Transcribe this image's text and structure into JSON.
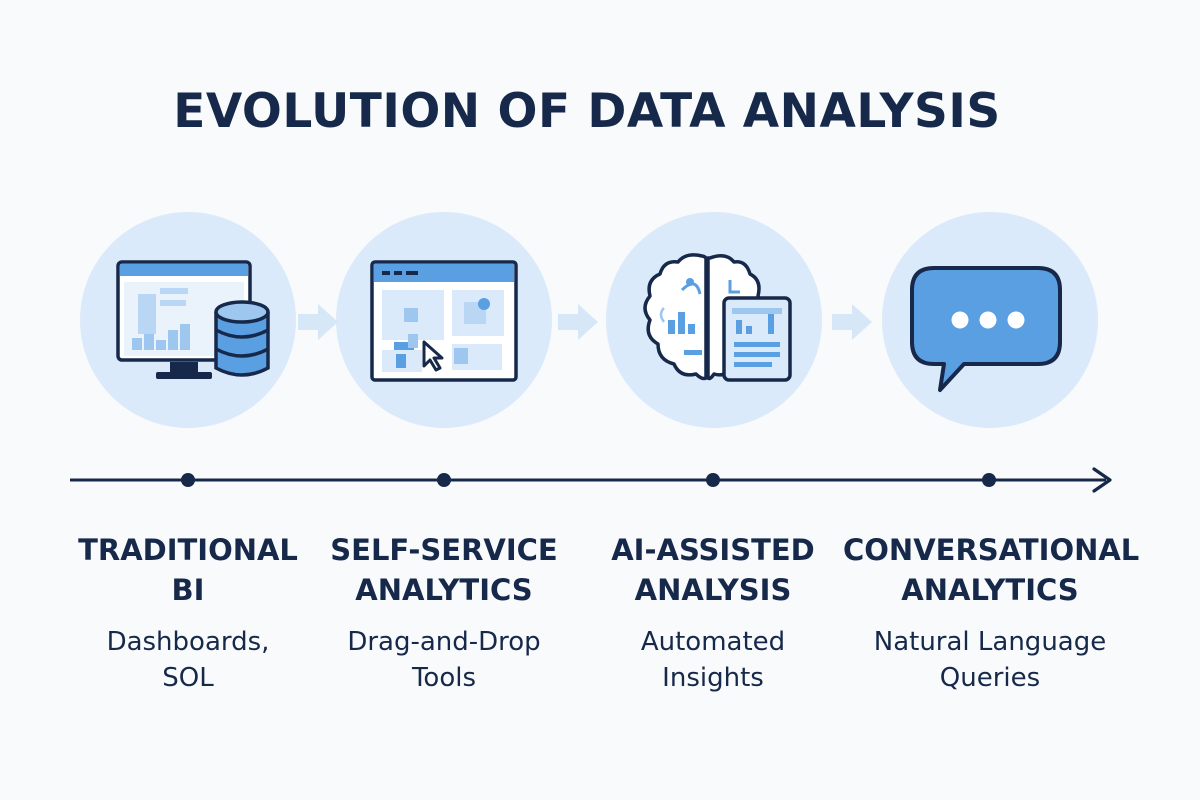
{
  "title": "EVOLUTION OF DATA ANALYSIS",
  "stages": [
    {
      "label_line1": "TRADITIONAL",
      "label_line2": "BI",
      "desc_line1": "Dashboards,",
      "desc_line2": "SOL",
      "icon": "monitor-database-icon"
    },
    {
      "label_line1": "SELF-SERVICE",
      "label_line2": "ANALYTICS",
      "desc_line1": "Drag-and-Drop",
      "desc_line2": "Tools",
      "icon": "drag-drop-window-icon"
    },
    {
      "label_line1": "AI-ASSISTED",
      "label_line2": "ANALYSIS",
      "desc_line1": "Automated",
      "desc_line2": "Insights",
      "icon": "brain-document-icon"
    },
    {
      "label_line1": "CONVERSATIONAL",
      "label_line2": "ANALYTICS",
      "desc_line1": "Natural Language",
      "desc_line2": "Queries",
      "icon": "chat-bubble-icon"
    }
  ],
  "colors": {
    "navy": "#17294a",
    "circle": "#dbeafa",
    "accent": "#5b9fe3",
    "light_accent": "#b9d7f5",
    "background": "#f8fafc"
  }
}
